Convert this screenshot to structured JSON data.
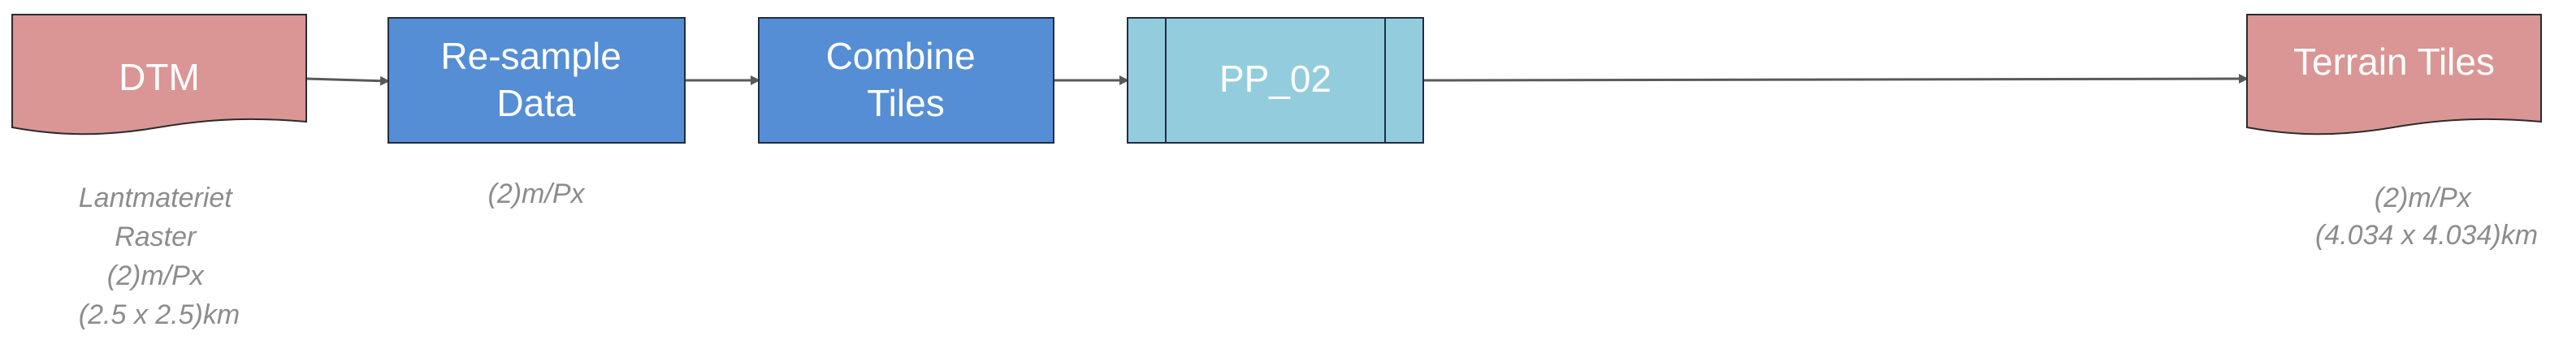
{
  "colors": {
    "document_fill": "#d99694",
    "document_stroke": "#2b2b2b",
    "process_fill": "#558ed5",
    "process_stroke": "#1f2d44",
    "predefined_fill": "#93cddd",
    "predefined_stroke": "#1f2d44",
    "connector": "#595959",
    "caption_text": "#8c8c8c"
  },
  "nodes": {
    "dtm": {
      "shape": "document",
      "lines": [
        "DTM"
      ]
    },
    "resample": {
      "shape": "process",
      "lines": [
        "Re-sample",
        "Data"
      ]
    },
    "combine": {
      "shape": "process",
      "lines": [
        "Combine",
        "Tiles"
      ]
    },
    "pp02": {
      "shape": "predefined-process",
      "lines": [
        "PP_02"
      ]
    },
    "terrain": {
      "shape": "document",
      "lines": [
        "Terrain Tiles"
      ]
    }
  },
  "captions": {
    "dtm": [
      "Lantmateriet",
      "Raster",
      "(2)m/Px",
      "(2.5 x 2.5)km"
    ],
    "resample": [
      "(2)m/Px"
    ],
    "terrain": [
      "(2)m/Px",
      "(4.034 x 4.034)km"
    ]
  },
  "connectors": [
    {
      "from": "dtm",
      "to": "resample"
    },
    {
      "from": "resample",
      "to": "combine"
    },
    {
      "from": "combine",
      "to": "pp02"
    },
    {
      "from": "pp02",
      "to": "terrain"
    }
  ]
}
